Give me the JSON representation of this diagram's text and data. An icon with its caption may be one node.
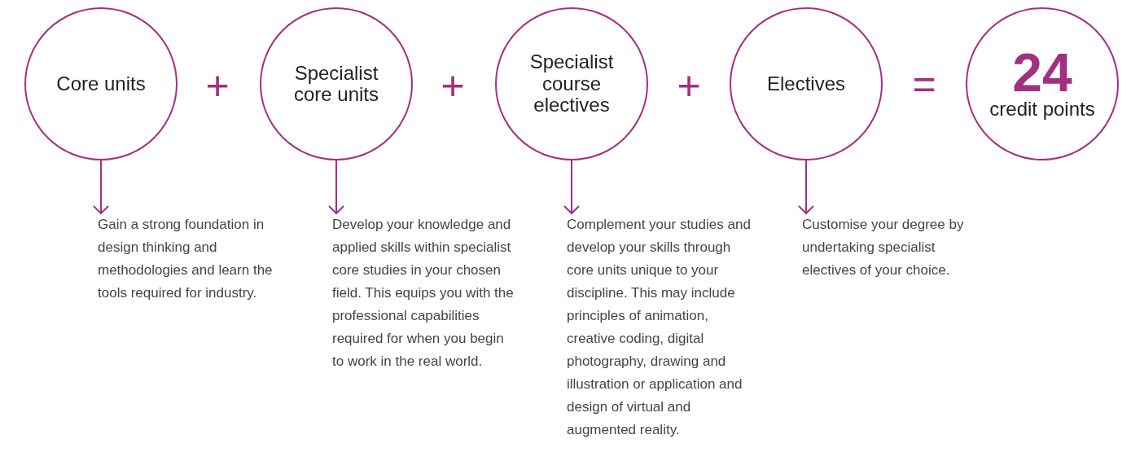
{
  "diagram": {
    "nodes": [
      {
        "text": [
          "Core units"
        ]
      },
      {
        "text": [
          "Specialist core units"
        ]
      },
      {
        "text": [
          "Specialist course electives"
        ]
      },
      {
        "text": [
          "Electives"
        ]
      },
      {
        "text": [
          "24",
          "credit points"
        ]
      },
      {
        "text": [
          "Gain a strong foundation in design thinking and methodologies and learn the tools required for industry."
        ]
      },
      {
        "text": [
          "Develop your knowledge and applied skills within specialist core studies in your chosen field. This equips you with the professional capabilities required for when you begin to work in the real world."
        ]
      },
      {
        "text": [
          "Complement your studies and develop your skills through core units unique to your discipline. This may include principles of animation, creative coding, digital photography, drawing and illustration or application and design of virtual and augmented reality."
        ]
      },
      {
        "text": [
          "Customise your degree by undertaking specialist electives of your choice."
        ]
      }
    ],
    "edges": [
      {
        "from": 0,
        "to": 5,
        "arrow": "to"
      },
      {
        "from": 1,
        "to": 6,
        "arrow": "to"
      },
      {
        "from": 2,
        "to": 7,
        "arrow": "to"
      },
      {
        "from": 3,
        "to": 8,
        "arrow": "to"
      }
    ],
    "labels": [
      "+",
      "+",
      "+",
      "="
    ]
  }
}
